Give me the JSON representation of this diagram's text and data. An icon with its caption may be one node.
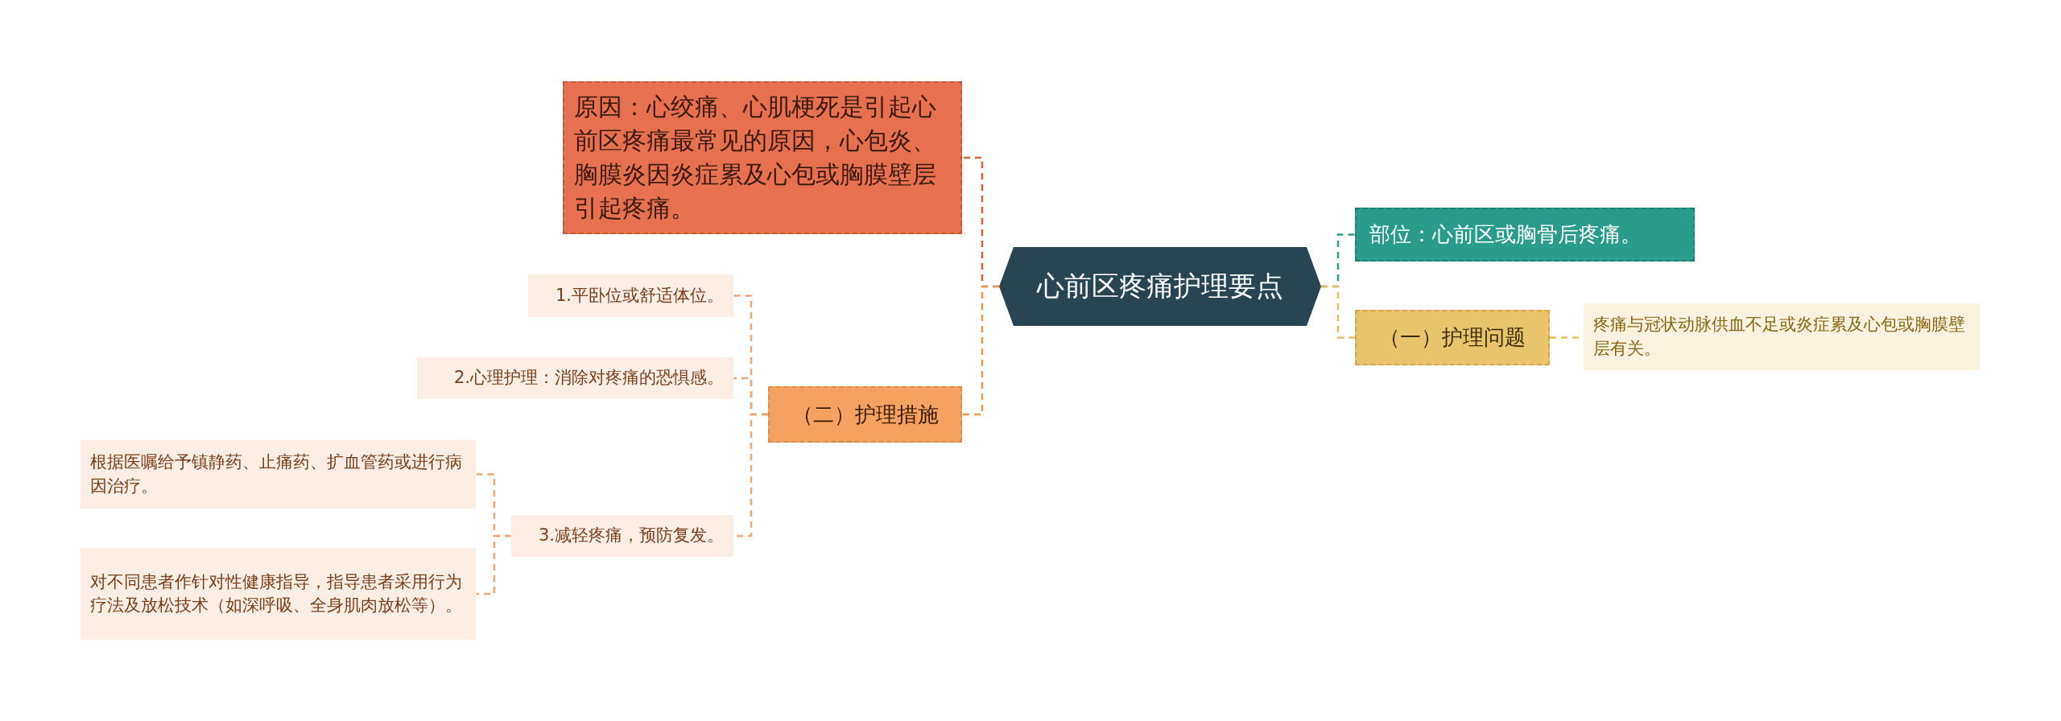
{
  "diagram": {
    "nodes": [
      {
        "text": [
          "心前区疼痛护理要点"
        ]
      },
      {
        "text": [
          "原因：心绞痛、心肌梗死是引起心前区疼痛最常见的原因，心包炎、胸膜炎因炎症累及心包或胸膜壁层引起疼痛。"
        ]
      },
      {
        "text": [
          "部位：心前区或胸骨后疼痛。"
        ]
      },
      {
        "text": [
          "（一）护理问题"
        ]
      },
      {
        "text": [
          "疼痛与冠状动脉供血不足或炎症累及心包或胸膜壁层有关。"
        ]
      },
      {
        "text": [
          "（二）护理措施"
        ]
      },
      {
        "text": [
          "1.平卧位或舒适体位。"
        ]
      },
      {
        "text": [
          "2.心理护理：消除对疼痛的恐惧感。"
        ]
      },
      {
        "text": [
          "3.减轻疼痛，预防复发。"
        ]
      },
      {
        "text": [
          "根据医嘱给予镇静药、止痛药、扩血管药或进行病因治疗。"
        ]
      },
      {
        "text": [
          "对不同患者作针对性健康指导，指导患者采用行为疗法及放松技术（如深呼吸、全身肌肉放松等）。"
        ]
      }
    ],
    "edges": [
      {
        "from": 0,
        "to": 1,
        "arrow": "none",
        "style": "dashed",
        "color": "#e0603f"
      },
      {
        "from": 0,
        "to": 5,
        "arrow": "none",
        "style": "dashed",
        "color": "#f09a50"
      },
      {
        "from": 0,
        "to": 2,
        "arrow": "none",
        "style": "dashed",
        "color": "#2a9d8a"
      },
      {
        "from": 0,
        "to": 3,
        "arrow": "none",
        "style": "dashed",
        "color": "#e6be62"
      },
      {
        "from": 3,
        "to": 4,
        "arrow": "none",
        "style": "dashed",
        "color": "#e6be62"
      },
      {
        "from": 5,
        "to": 6,
        "arrow": "none",
        "style": "dashed"
      },
      {
        "from": 5,
        "to": 7,
        "arrow": "none",
        "style": "dashed"
      },
      {
        "from": 5,
        "to": 8,
        "arrow": "none",
        "style": "dashed"
      },
      {
        "from": 8,
        "to": 9,
        "arrow": "none",
        "style": "dashed"
      },
      {
        "from": 8,
        "to": 10,
        "arrow": "none",
        "style": "dashed"
      }
    ]
  }
}
